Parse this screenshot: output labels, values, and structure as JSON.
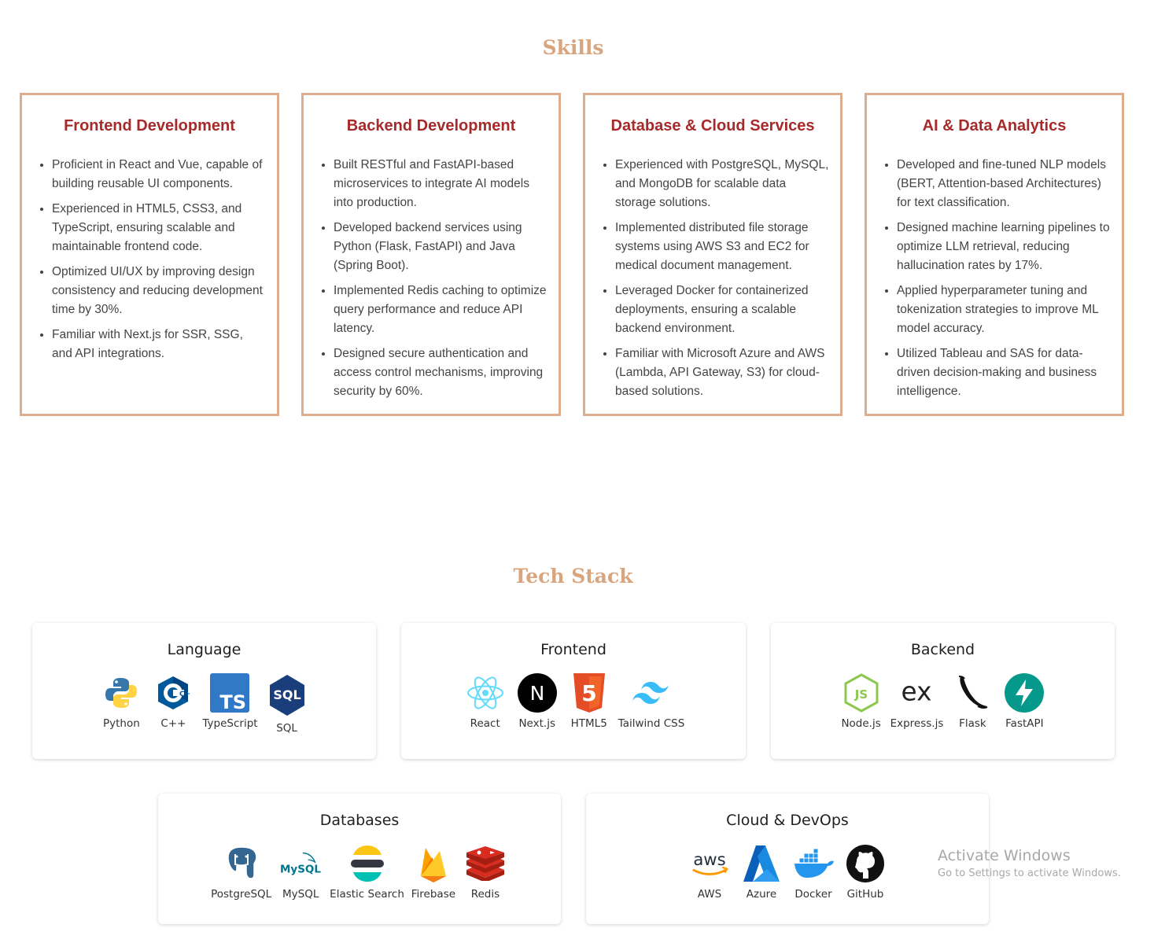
{
  "skills": {
    "title": "Skills",
    "cards": [
      {
        "title": "Frontend Development",
        "items": [
          "Proficient in React and Vue, capable of building reusable UI components.",
          "Experienced in HTML5, CSS3, and TypeScript, ensuring scalable and maintainable frontend code.",
          "Optimized UI/UX by improving design consistency and reducing development time by 30%.",
          "Familiar with Next.js for SSR, SSG, and API integrations."
        ]
      },
      {
        "title": "Backend Development",
        "items": [
          "Built RESTful and FastAPI-based microservices to integrate AI models into production.",
          "Developed backend services using Python (Flask, FastAPI) and Java (Spring Boot).",
          "Implemented Redis caching to optimize query performance and reduce API latency.",
          "Designed secure authentication and access control mechanisms, improving security by 60%."
        ]
      },
      {
        "title": "Database & Cloud Services",
        "items": [
          "Experienced with PostgreSQL, MySQL, and MongoDB for scalable data storage solutions.",
          "Implemented distributed file storage systems using AWS S3 and EC2 for medical document management.",
          "Leveraged Docker for containerized deployments, ensuring a scalable backend environment.",
          "Familiar with Microsoft Azure and AWS (Lambda, API Gateway, S3) for cloud-based solutions."
        ]
      },
      {
        "title": "AI & Data Analytics",
        "items": [
          "Developed and fine-tuned NLP models (BERT, Attention-based Architectures) for text classification.",
          "Designed machine learning pipelines to optimize LLM retrieval, reducing hallucination rates by 17%.",
          "Applied hyperparameter tuning and tokenization strategies to improve ML model accuracy.",
          "Utilized Tableau and SAS for data-driven decision-making and business intelligence."
        ]
      }
    ]
  },
  "tech_stack": {
    "title": "Tech Stack",
    "groups": [
      {
        "title": "Language",
        "items": [
          {
            "label": "Python",
            "icon": "python-icon"
          },
          {
            "label": "C++",
            "icon": "cplusplus-icon"
          },
          {
            "label": "TypeScript",
            "icon": "typescript-icon"
          },
          {
            "label": "SQL",
            "icon": "sql-icon"
          }
        ]
      },
      {
        "title": "Frontend",
        "items": [
          {
            "label": "React",
            "icon": "react-icon"
          },
          {
            "label": "Next.js",
            "icon": "nextjs-icon"
          },
          {
            "label": "HTML5",
            "icon": "html5-icon"
          },
          {
            "label": "Tailwind CSS",
            "icon": "tailwind-icon"
          }
        ]
      },
      {
        "title": "Backend",
        "items": [
          {
            "label": "Node.js",
            "icon": "nodejs-icon"
          },
          {
            "label": "Express.js",
            "icon": "express-icon"
          },
          {
            "label": "Flask",
            "icon": "flask-icon"
          },
          {
            "label": "FastAPI",
            "icon": "fastapi-icon"
          }
        ]
      },
      {
        "title": "Databases",
        "items": [
          {
            "label": "PostgreSQL",
            "icon": "postgresql-icon"
          },
          {
            "label": "MySQL",
            "icon": "mysql-icon"
          },
          {
            "label": "Elastic Search",
            "icon": "elasticsearch-icon"
          },
          {
            "label": "Firebase",
            "icon": "firebase-icon"
          },
          {
            "label": "Redis",
            "icon": "redis-icon"
          }
        ]
      },
      {
        "title": "Cloud & DevOps",
        "items": [
          {
            "label": "AWS",
            "icon": "aws-icon"
          },
          {
            "label": "Azure",
            "icon": "azure-icon"
          },
          {
            "label": "Docker",
            "icon": "docker-icon"
          },
          {
            "label": "GitHub",
            "icon": "github-icon"
          }
        ]
      }
    ]
  },
  "icon_text": {
    "mysql": "MySQL",
    "sql": "SQL",
    "ts": "TS",
    "cpp": "C++",
    "next": "N",
    "html": "5",
    "js": "JS",
    "express": "ex",
    "aws": "aws"
  },
  "watermark": {
    "title": "Activate Windows",
    "subtitle": "Go to Settings to activate Windows."
  },
  "colors": {
    "section_title": "#d9a57f",
    "card_border": "#dcae8e",
    "card_heading": "#a62a2a"
  }
}
